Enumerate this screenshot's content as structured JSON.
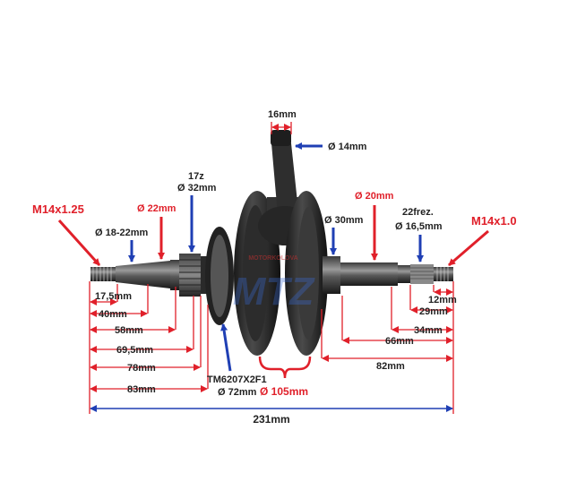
{
  "callouts": {
    "thread_left": "M14x1.25",
    "dia_18_22": "Ø 18-22mm",
    "dia_22": "Ø 22mm",
    "gear_teeth": "17z",
    "dia_32": "Ø 32mm",
    "pin_width": "16mm",
    "pin_dia": "Ø 14mm",
    "dia_20": "Ø 20mm",
    "dia_30": "Ø 30mm",
    "spline": "22frez.",
    "dia_16_5": "Ø 16,5mm",
    "thread_right": "M14x1.0",
    "bearing_code": "TM6207X2F1",
    "bearing_dia": "Ø 72mm",
    "flywheel_dia": "Ø 105mm"
  },
  "dims_left": [
    "17,5mm",
    "40mm",
    "58mm",
    "69,5mm",
    "78mm",
    "83mm"
  ],
  "dims_right": [
    "12mm",
    "29mm",
    "34mm",
    "66mm",
    "82mm"
  ],
  "total_length": "231mm",
  "watermark": "MOTORKOLOVA",
  "colors": {
    "red": "#e0202a",
    "blue": "#1f3fb4",
    "dark": "#1e1e1e",
    "steel": "#7a7a7a"
  }
}
